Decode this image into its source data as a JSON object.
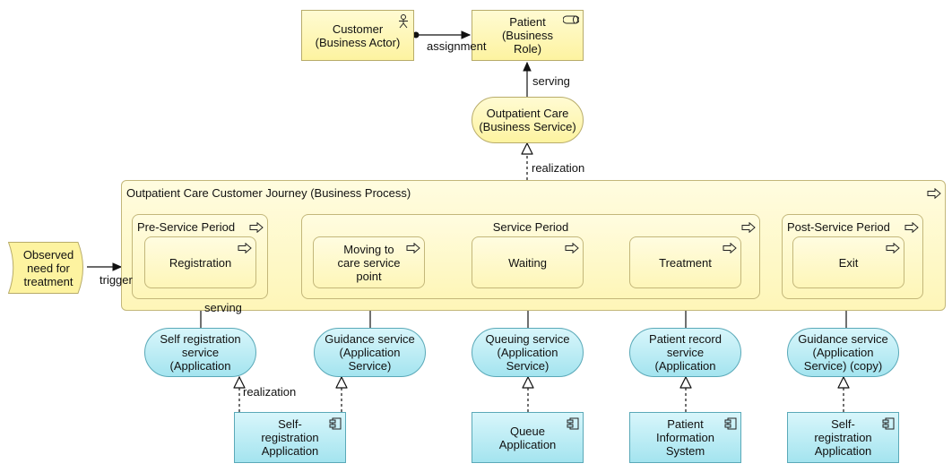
{
  "nodes": {
    "customer": "Customer\n(Business Actor)",
    "patient": "Patient\n(Business\nRole)",
    "outpatient_care": "Outpatient Care\n(Business Service)",
    "process": "Outpatient Care Customer Journey (Business Process)",
    "pre_service": "Pre-Service Period",
    "service_period": "Service Period",
    "post_service": "Post-Service Period",
    "registration": "Registration",
    "moving": "Moving to\ncare service\npoint",
    "waiting": "Waiting",
    "treatment": "Treatment",
    "exit": "Exit",
    "observed": "Observed\nneed for\ntreatment",
    "svc_self_reg": "Self registration\nservice\n(Application",
    "svc_guidance": "Guidance service\n(Application\nService)",
    "svc_queuing": "Queuing service\n(Application\nService)",
    "svc_patient_record": "Patient record\nservice\n(Application",
    "svc_guidance_copy": "Guidance service\n(Application\nService) (copy)",
    "comp_self_reg": "Self-\nregistration\nApplication",
    "comp_queue": "Queue\nApplication",
    "comp_pis": "Patient\nInformation\nSystem",
    "comp_self_reg2": "Self-\nregistration\nApplication"
  },
  "relations": {
    "assignment": "assignment",
    "serving_top": "serving",
    "realization_top": "realization",
    "trigger": "trigger",
    "serving_left": "serving",
    "realization_left": "realization"
  },
  "colors": {
    "business": "#fdf3a0",
    "application": "#a4e4ef"
  }
}
